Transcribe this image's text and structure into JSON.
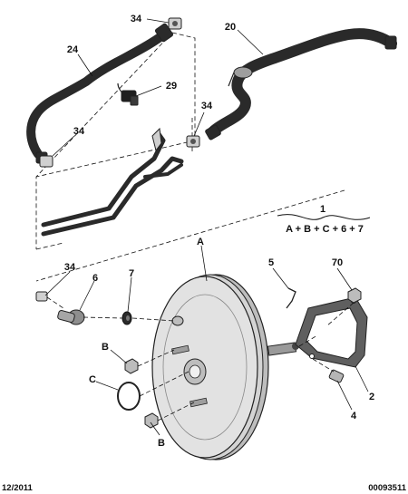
{
  "callouts": {
    "c34a": "34",
    "c24": "24",
    "c20": "20",
    "c29": "29",
    "c34b": "34",
    "c34c": "34",
    "c1": "1",
    "cA": "A",
    "c34d": "34",
    "c6": "6",
    "c7": "7",
    "c5": "5",
    "c70": "70",
    "cB1": "B",
    "cC": "C",
    "cB2": "B",
    "c2": "2",
    "c4": "4"
  },
  "formula": "A + B + C + 6 + 7",
  "footer": {
    "date": "12/2011",
    "reference": "00093511"
  },
  "colors": {
    "part_fill": "#d6d6d6",
    "part_shade": "#a8a8a8",
    "hose_dark": "#3a3a3a",
    "hose_light": "#cfcfcf"
  }
}
